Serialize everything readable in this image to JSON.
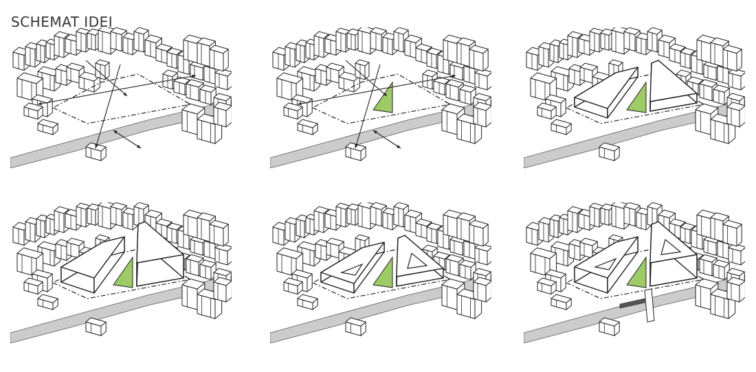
{
  "title": "SCHEMAT IDEI",
  "colors": {
    "accent_green": "#9ecb66",
    "line": "#1e1e1e",
    "road": "#cccccc",
    "background": "#ffffff"
  },
  "panels": [
    {
      "step": 1,
      "arrows": true,
      "ground_triangle": false,
      "bldg_height": 0,
      "courtyards": false,
      "green_roofs": false,
      "bridge": false
    },
    {
      "step": 2,
      "arrows": true,
      "ground_triangle": true,
      "bldg_height": 0,
      "courtyards": false,
      "green_roofs": false,
      "bridge": false
    },
    {
      "step": 3,
      "arrows": false,
      "ground_triangle": true,
      "bldg_height": 1,
      "courtyards": false,
      "green_roofs": false,
      "bridge": false
    },
    {
      "step": 4,
      "arrows": false,
      "ground_triangle": true,
      "bldg_height": 2,
      "courtyards": false,
      "green_roofs": false,
      "bridge": false
    },
    {
      "step": 5,
      "arrows": false,
      "ground_triangle": true,
      "bldg_height": 1,
      "courtyards": true,
      "green_roofs": false,
      "bridge": false
    },
    {
      "step": 6,
      "arrows": false,
      "ground_triangle": true,
      "bldg_height": 2,
      "courtyards": true,
      "green_roofs": true,
      "bridge": true
    }
  ]
}
